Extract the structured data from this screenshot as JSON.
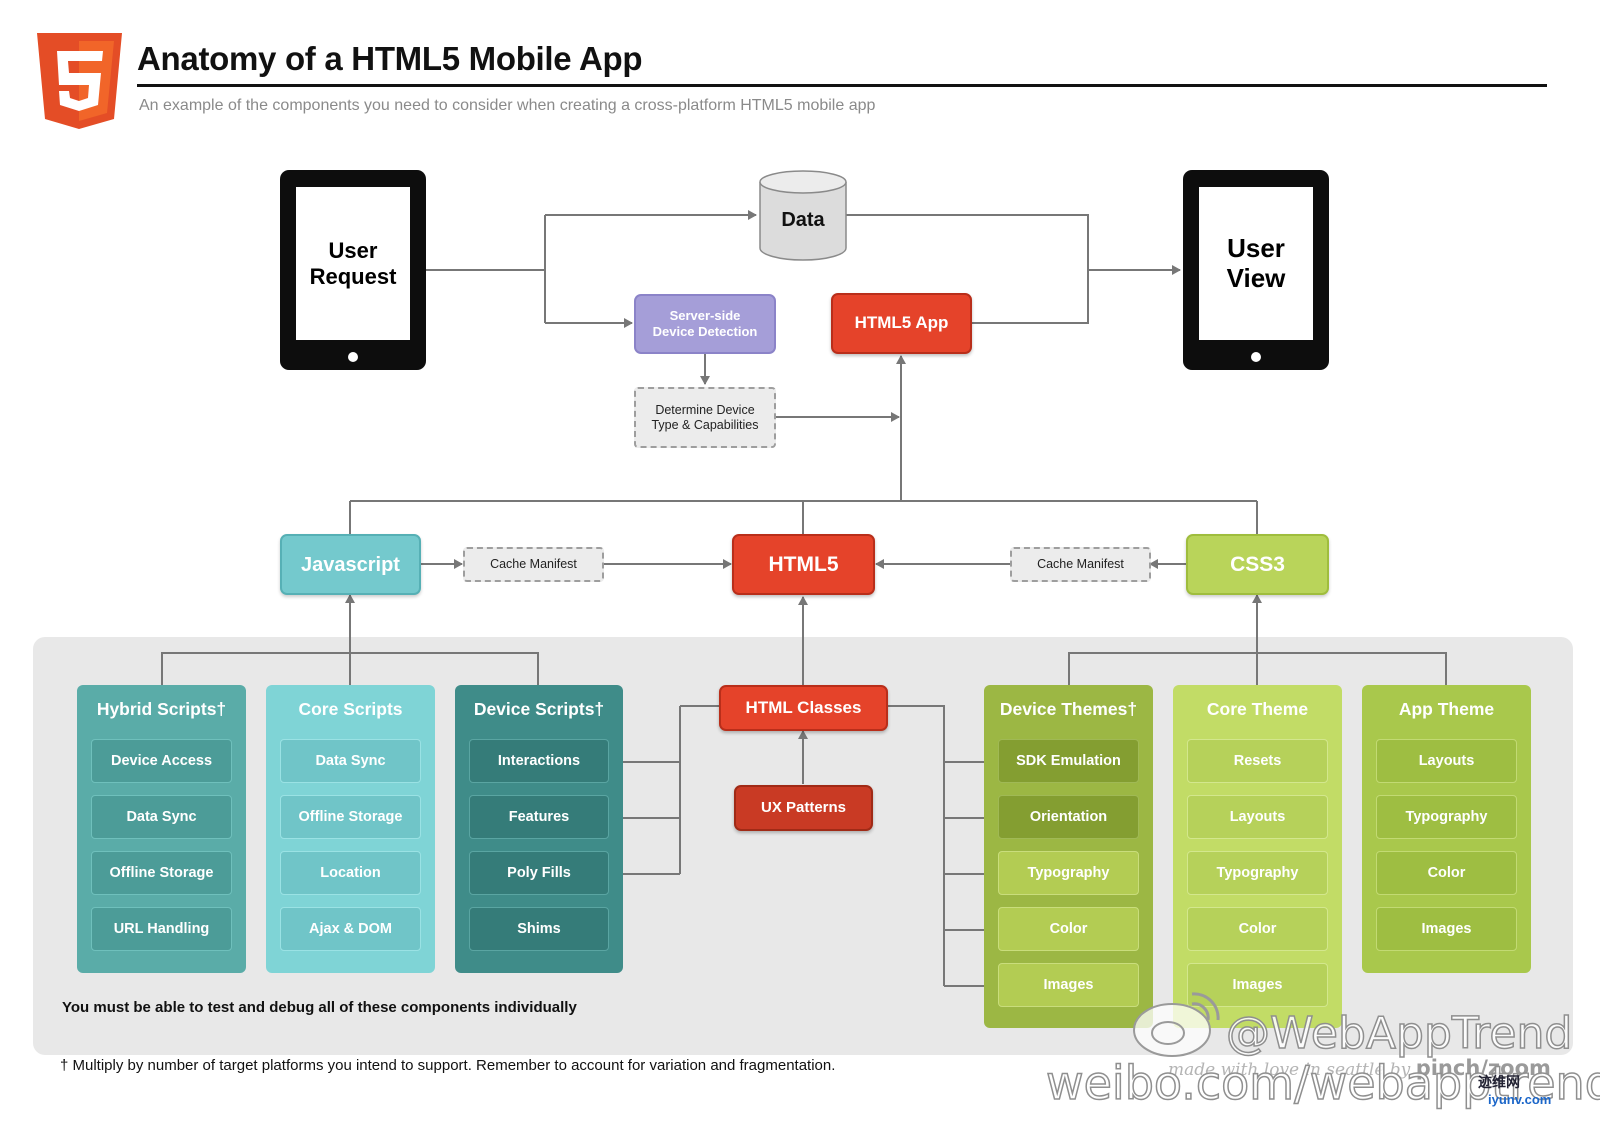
{
  "header": {
    "logo_label": "5",
    "title": "Anatomy of a HTML5 Mobile App",
    "subtitle": "An example of the components you need to consider when creating a cross-platform HTML5 mobile app"
  },
  "top_flow": {
    "user_request": "User\nRequest",
    "data": "Data",
    "server_detection": "Server-side\nDevice Detection",
    "determine_device": "Determine Device\nType & Capabilities",
    "html5_app": "HTML5 App",
    "user_view": "User\nView"
  },
  "middle": {
    "javascript": "Javascript",
    "cache_manifest_left": "Cache Manifest",
    "html5": "HTML5",
    "cache_manifest_right": "Cache Manifest",
    "css3": "CSS3"
  },
  "groups": {
    "hybrid_scripts": {
      "title": "Hybrid Scripts†",
      "items": [
        "Device Access",
        "Data Sync",
        "Offline Storage",
        "URL Handling"
      ]
    },
    "core_scripts": {
      "title": "Core Scripts",
      "items": [
        "Data Sync",
        "Offline Storage",
        "Location",
        "Ajax & DOM"
      ]
    },
    "device_scripts": {
      "title": "Device Scripts†",
      "items": [
        "Interactions",
        "Features",
        "Poly Fills",
        "Shims"
      ]
    },
    "html_classes": "HTML Classes",
    "ux_patterns": "UX Patterns",
    "device_themes": {
      "title": "Device Themes†",
      "items": [
        "SDK Emulation",
        "Orientation",
        "Typography",
        "Color",
        "Images"
      ]
    },
    "core_theme": {
      "title": "Core Theme",
      "items": [
        "Resets",
        "Layouts",
        "Typography",
        "Color",
        "Images"
      ]
    },
    "app_theme": {
      "title": "App Theme",
      "items": [
        "Layouts",
        "Typography",
        "Color",
        "Images"
      ]
    }
  },
  "notes": {
    "test_note": "You must be able to test and debug all of these components individually",
    "footnote": "† Multiply by number of target platforms you intend to support. Remember to account for variation and fragmentation.",
    "credit_prefix": "made with love in seattle by",
    "credit_brand": "pinch/zoom"
  },
  "watermark": {
    "handle": "@WebAppTrend",
    "url": "weibo.com/webapptrend",
    "site_cn": "迹维网",
    "site": "iyunv.com"
  },
  "colors": {
    "html5_red": "#e5432a",
    "js_teal": "#74c9cd",
    "css_green": "#b9d45a",
    "purple": "#a59ed8",
    "connector": "#777777"
  }
}
